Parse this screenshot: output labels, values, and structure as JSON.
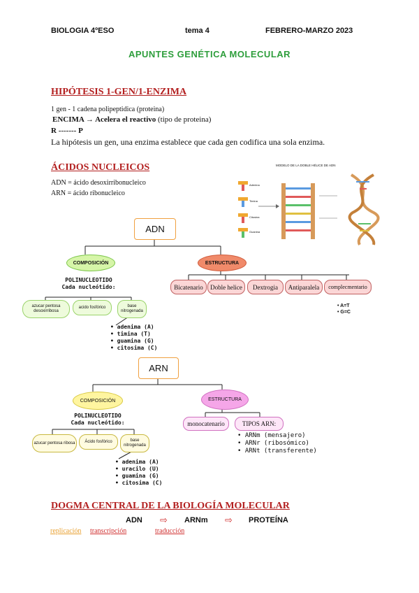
{
  "header": {
    "subject": "BIOLOGIA 4ºESO",
    "topic": "tema 4",
    "date": "FEBRERO-MARZO 2023"
  },
  "title": "APUNTES GENÉTICA MOLECULAR",
  "hypothesis": {
    "heading": "HIPÓTESIS 1-GEN/1-ENZIMA",
    "line1": "1 gen - 1 cadena polipeptidica (proteina)",
    "line2_bold": "ENCIMA  → Acelera el reactivo",
    "line2_rest": " (tipo de proteina)",
    "line3": "R ------- P",
    "line4": "La hipótesis un gen, una enzima establece que cada gen codifica una sola enzima."
  },
  "nucleic": {
    "heading": "ÁCIDOS NUCLEICOS",
    "adn_def": "ADN = ácido desoxirribonucleico",
    "arn_def": "ARN = ácido ribonucleico",
    "figure_title": "MODELO DE LA DOBLE HÉLICE DE ADN",
    "figure_bases": [
      "Adenina",
      "Timina",
      "Citosina",
      "Guanina"
    ]
  },
  "adn_map": {
    "root": "ADN",
    "composicion": "COMPOSICIÓN",
    "estructura": "ESTRUCTURA",
    "poly_line1": "POLINUCLEOTIDO",
    "poly_line2": "Cada nucleótido:",
    "components": [
      "azucar pentosa desoxirribosa",
      "acido fosfórico",
      "base nitrogenada"
    ],
    "structure_items": [
      "Bicatenario",
      "Doble helice",
      "Dextrogia",
      "Antiparalela",
      "complecmentario"
    ],
    "pairs": [
      "• A=T",
      "• G=C"
    ],
    "bases": [
      "• adenima (A)",
      "• timina (T)",
      "• guamina (G)",
      "• citosima (C)"
    ]
  },
  "arn_map": {
    "root": "ARN",
    "composicion": "COMPOSICIÓN",
    "estructura": "ESTRUCTURA",
    "poly_line1": "POLINUCLEOTIDO",
    "poly_line2": "Cada nucleótido:",
    "components": [
      "azucar pentosa ribosa",
      "Ácido fosfórico",
      "base nitrogenada"
    ],
    "structure_items": [
      "monocatenario",
      "TIPOS ARN:"
    ],
    "types": [
      "• ARNm (mensajero)",
      "• ARNr (ribosómico)",
      "• ARNt (transferente)"
    ],
    "bases": [
      "• adenima (A)",
      "• uracilo (U)",
      "• guamina (G)",
      "• citosima (C)"
    ]
  },
  "dogma": {
    "heading": "DOGMA CENTRAL DE LA BIOLOGÍA MOLECULAR",
    "adn": "ADN",
    "arnm": "ARNm",
    "proteina": "PROTEÍNA",
    "arrow": "⇨",
    "replicacion": "replicación",
    "transcripcion": "transcripción",
    "traduccion": "traducción"
  }
}
